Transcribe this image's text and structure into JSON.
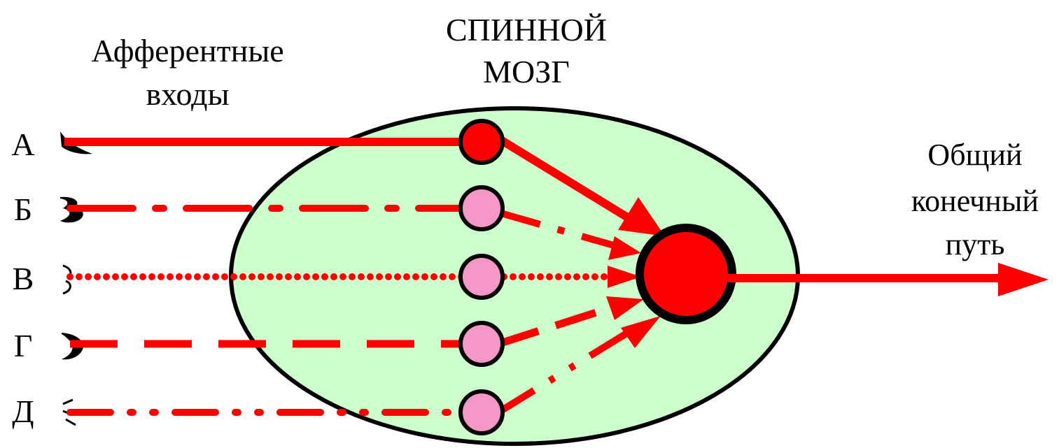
{
  "title_line1": "СПИННОЙ",
  "title_line2": "МОЗГ",
  "inputs_label_line1": "Афферентные",
  "inputs_label_line2": "входы",
  "output_label_line1": "Общий",
  "output_label_line2": "конечный",
  "output_label_line3": "путь",
  "inputs": [
    {
      "letter": "А",
      "line_style": "solid"
    },
    {
      "letter": "Б",
      "line_style": "dash-dot"
    },
    {
      "letter": "В",
      "line_style": "dotted"
    },
    {
      "letter": "Г",
      "line_style": "dashed"
    },
    {
      "letter": "Д",
      "line_style": "dash-dot-dot"
    }
  ],
  "colors": {
    "cord_fill": "#ccffcc",
    "pathway": "#ff0000",
    "active_neuron": "#ff0000",
    "inactive_neuron": "#f598c8",
    "outline": "#000000"
  }
}
